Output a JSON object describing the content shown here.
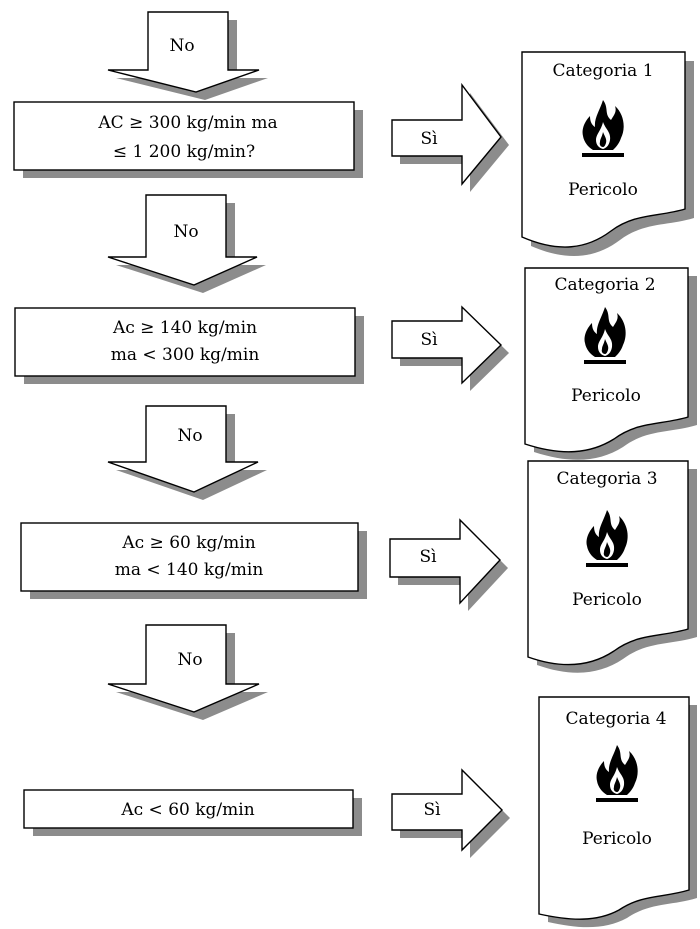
{
  "flow": {
    "down_arrows": [
      "No",
      "No",
      "No",
      "No"
    ],
    "conditions": [
      {
        "line1": "AC ≥ 300 kg/min ma",
        "line2": "≤ 1 200 kg/min?"
      },
      {
        "line1": "Aᴄ ≥ 140 kg/min",
        "line2": "ma < 300 kg/min"
      },
      {
        "line1": "Aᴄ ≥ 60 kg/min",
        "line2": "ma < 140 kg/min"
      },
      {
        "line1": "Aᴄ < 60 kg/min",
        "line2": ""
      }
    ],
    "right_arrows": [
      "Sì",
      "Sì",
      "Sì",
      "Sì"
    ],
    "outcomes": [
      {
        "category": "Categoria 1",
        "signal": "Pericolo",
        "icon": "flame-pictogram"
      },
      {
        "category": "Categoria 2",
        "signal": "Pericolo",
        "icon": "flame-pictogram"
      },
      {
        "category": "Categoria 3",
        "signal": "Pericolo",
        "icon": "flame-pictogram"
      },
      {
        "category": "Categoria 4",
        "signal": "Pericolo",
        "icon": "flame-pictogram"
      }
    ]
  },
  "colors": {
    "line": "#000000",
    "shadow": "#8c8c8c",
    "fill": "#ffffff"
  }
}
